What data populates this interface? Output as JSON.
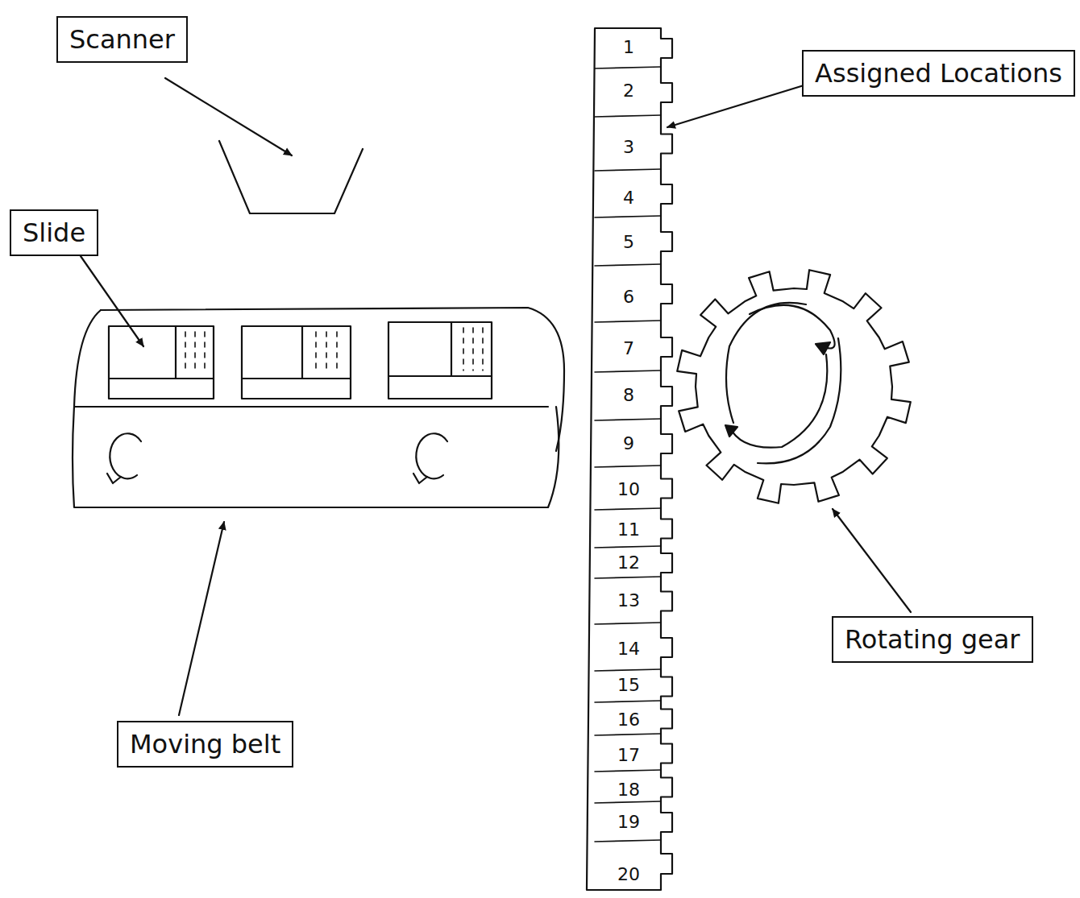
{
  "diagram": {
    "nodes": [
      {
        "text": [
          "Scanner"
        ]
      },
      {
        "text": [
          "Assigned Locations"
        ]
      },
      {
        "text": [
          "Slide"
        ]
      },
      {
        "text": [
          "Rotating gear"
        ]
      },
      {
        "text": [
          "Moving belt"
        ]
      }
    ],
    "labels": [
      "1",
      "2",
      "3",
      "4",
      "5",
      "6",
      "7",
      "8",
      "9",
      "10",
      "11",
      "12",
      "13",
      "14",
      "15",
      "16",
      "17",
      "18",
      "19",
      "20"
    ]
  }
}
